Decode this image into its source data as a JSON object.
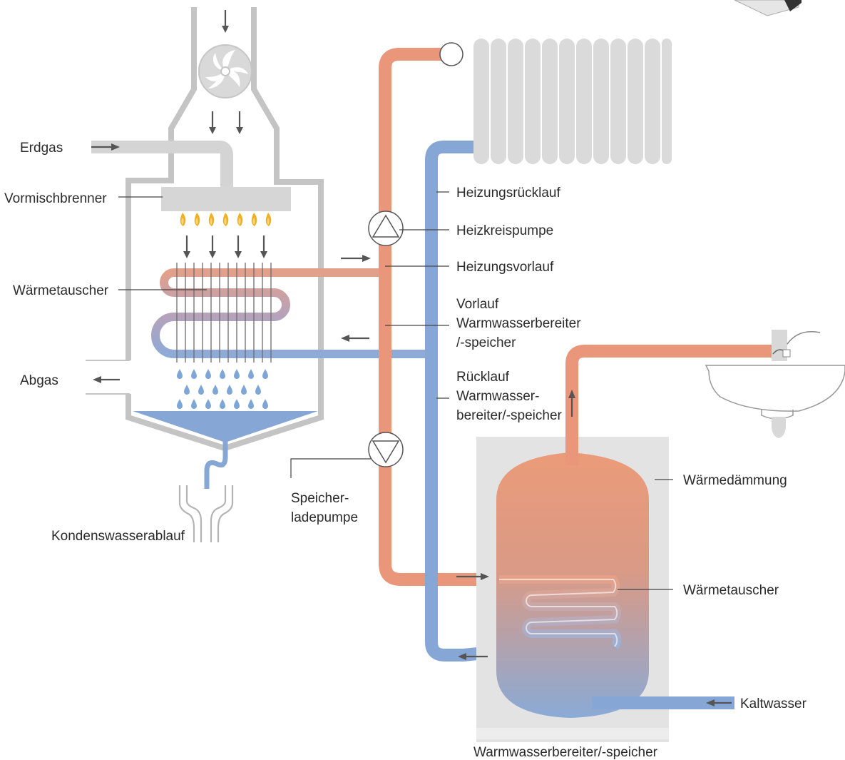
{
  "labels": {
    "erdgas": "Erdgas",
    "vormischbrenner": "Vormischbrenner",
    "waermetauscher_boiler": "Wärmetauscher",
    "abgas": "Abgas",
    "kondenswasserablauf": "Kondenswasserablauf",
    "heizungsruecklauf": "Heizungsrücklauf",
    "heizkreispumpe": "Heizkreispumpe",
    "heizungsvorlauf": "Heizungsvorlauf",
    "vorlauf_ww": [
      "Vorlauf",
      "Warmwasserbereiter",
      "/-speicher"
    ],
    "ruecklauf_ww": [
      "Rücklauf",
      "Warmwasser-",
      "bereiter/-speicher"
    ],
    "speicherladepumpe": [
      "Speicher-",
      "ladepumpe"
    ],
    "waermedaemmung": "Wärmedämmung",
    "waermetauscher_speicher": "Wärmetauscher",
    "kaltwasser": "Kaltwasser",
    "warmwasserbereiter": "Warmwasserbereiter/-speicher"
  },
  "colors": {
    "hot": "#e9967a",
    "cold": "#88a8d4",
    "casing": "#c6c6c6",
    "insulation": "#e3e3e3",
    "flame": "#f0b030"
  }
}
